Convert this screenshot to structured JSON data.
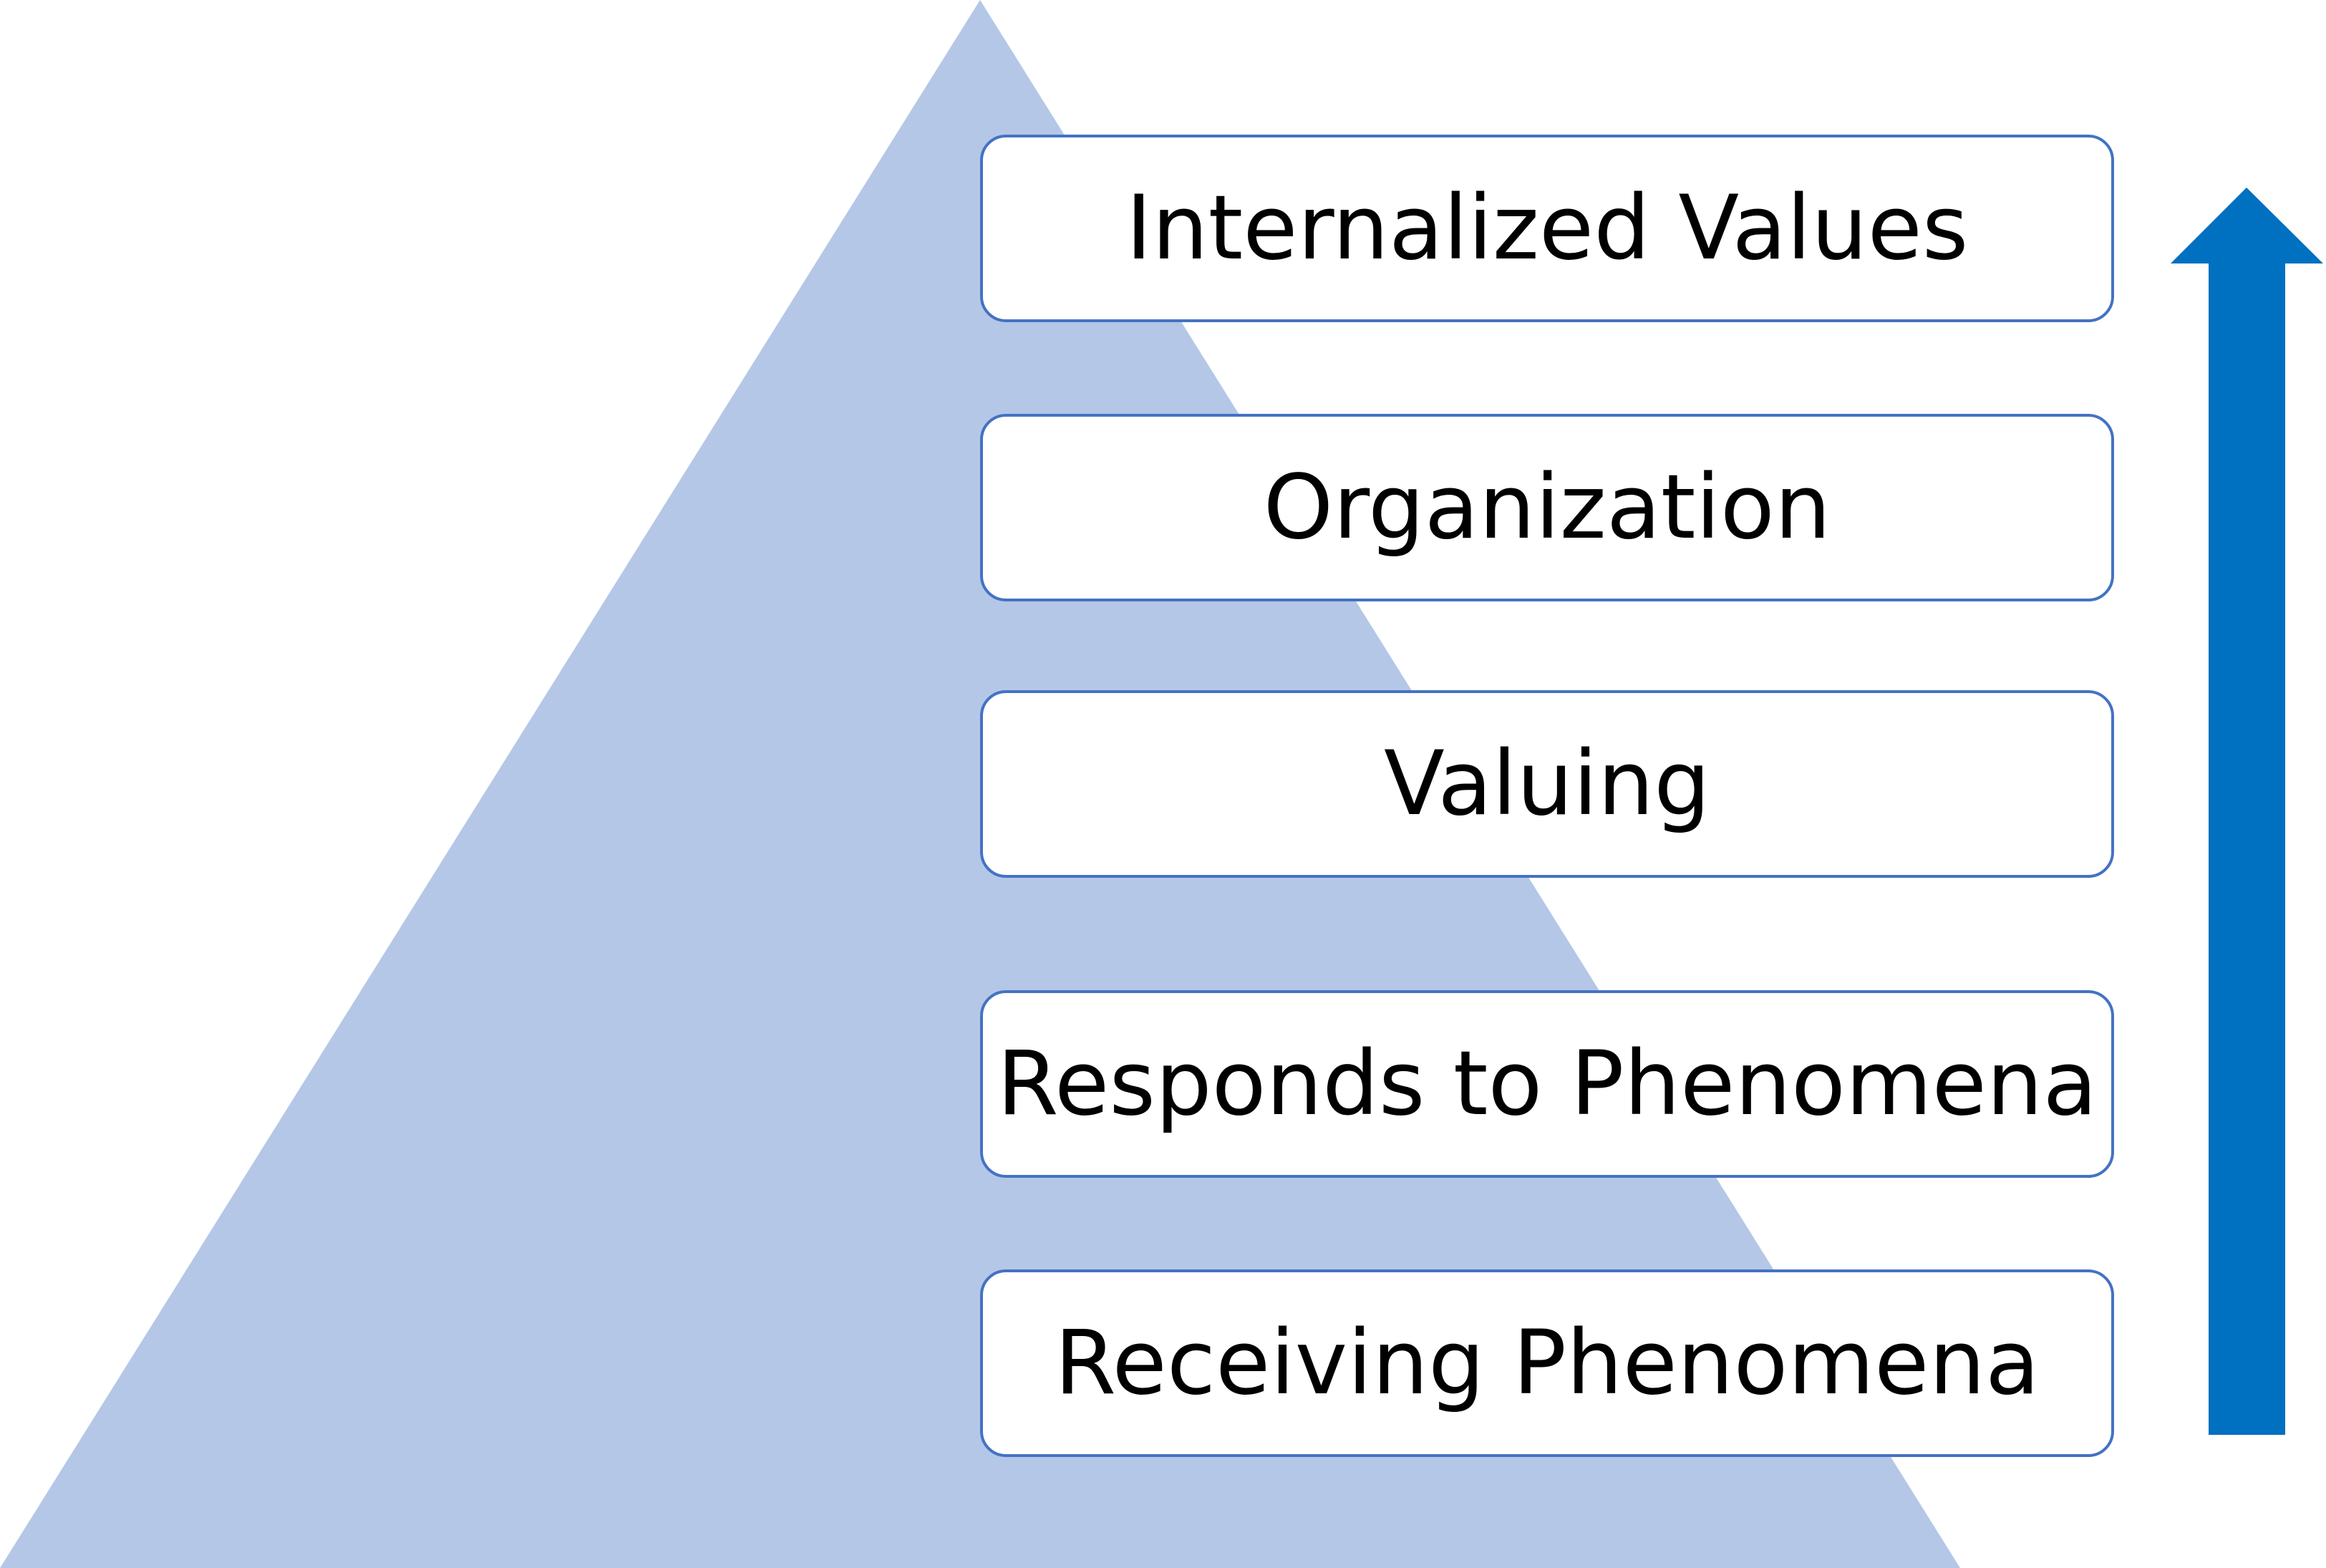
{
  "colors": {
    "pyramid_fill": "#b4c7e7",
    "box_border": "#4472c4",
    "box_fill": "#ffffff",
    "arrow_fill": "#0070c0",
    "text": "#000000"
  },
  "levels": [
    {
      "label": "Internalized Values"
    },
    {
      "label": "Organization"
    },
    {
      "label": "Valuing"
    },
    {
      "label": "Responds to Phenomena"
    },
    {
      "label": "Receiving Phenomena"
    }
  ],
  "arrow": {
    "direction": "up"
  }
}
